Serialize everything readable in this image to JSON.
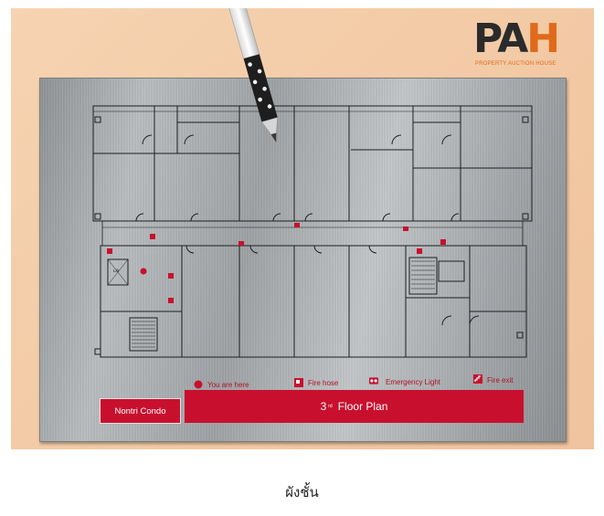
{
  "brand": {
    "logo_letters": [
      "P",
      "A",
      "H"
    ],
    "tagline": "PROPERTY AUCTION HOUSE",
    "colors": {
      "dark": "#2b2b2b",
      "orange": "#e06a1b"
    }
  },
  "sign": {
    "building_name": "Nontri Condo",
    "floor_number": "3",
    "floor_suffix": "rd",
    "floor_title": "Floor Plan",
    "labels": {
      "lift": "Lift"
    },
    "accent_color": "#c8102e",
    "legend": [
      {
        "icon": "you-are-here-icon",
        "label": "You are here"
      },
      {
        "icon": "fire-hose-icon",
        "label": "Fire hose"
      },
      {
        "icon": "emergency-light-icon",
        "label": "Emergency Light"
      },
      {
        "icon": "fire-exit-icon",
        "label": "Fire exit"
      }
    ]
  },
  "caption": "ผังชั้น"
}
